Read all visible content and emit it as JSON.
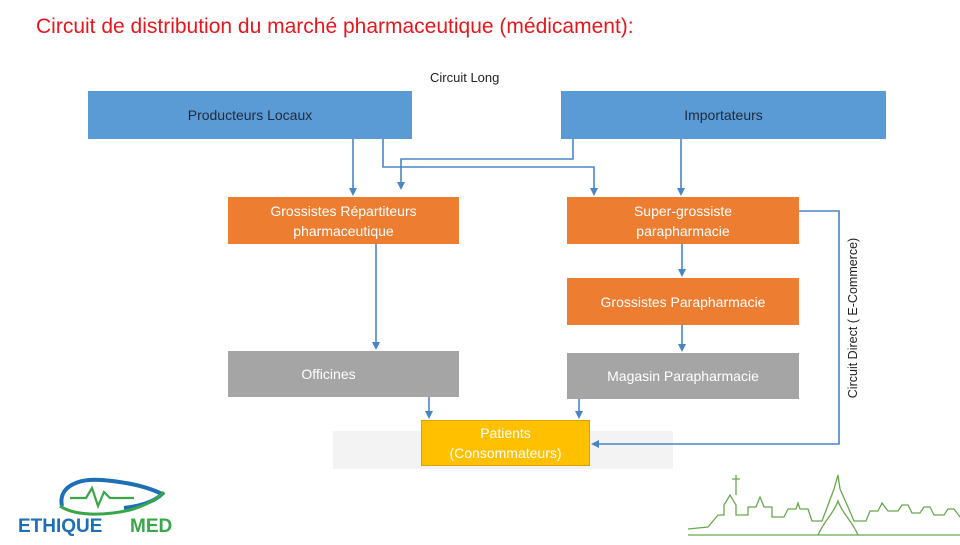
{
  "title": "Circuit de distribution du marché pharmaceutique (médicament):",
  "subtitle": "Circuit Long",
  "vertical_label": "Circuit Direct ( E-Commerce)",
  "nodes": {
    "producteurs": "Producteurs Locaux",
    "importateurs": "Importateurs",
    "grossistes_line1": "Grossistes Répartiteurs",
    "grossistes_line2": "pharmaceutique",
    "super_line1": "Super-grossiste",
    "super_line2": "parapharmacie",
    "gross_para": "Grossistes Parapharmacie",
    "officines": "Officines",
    "magasin": "Magasin Parapharmacie",
    "patients_line1": "Patients",
    "patients_line2": "(Consommateurs)"
  },
  "logo": {
    "brand": "ETHIQUEMED",
    "brand_blue": "ETHIQUE",
    "brand_green": "MED"
  },
  "colors": {
    "title": "#e4181c",
    "blue_box": "#5b9bd5",
    "orange_box": "#ed7d31",
    "gray_box": "#a5a5a5",
    "yellow_box": "#ffc000",
    "arrow": "#4a86c5",
    "logo_blue": "#1d6fb8",
    "logo_green": "#3aa64a"
  }
}
